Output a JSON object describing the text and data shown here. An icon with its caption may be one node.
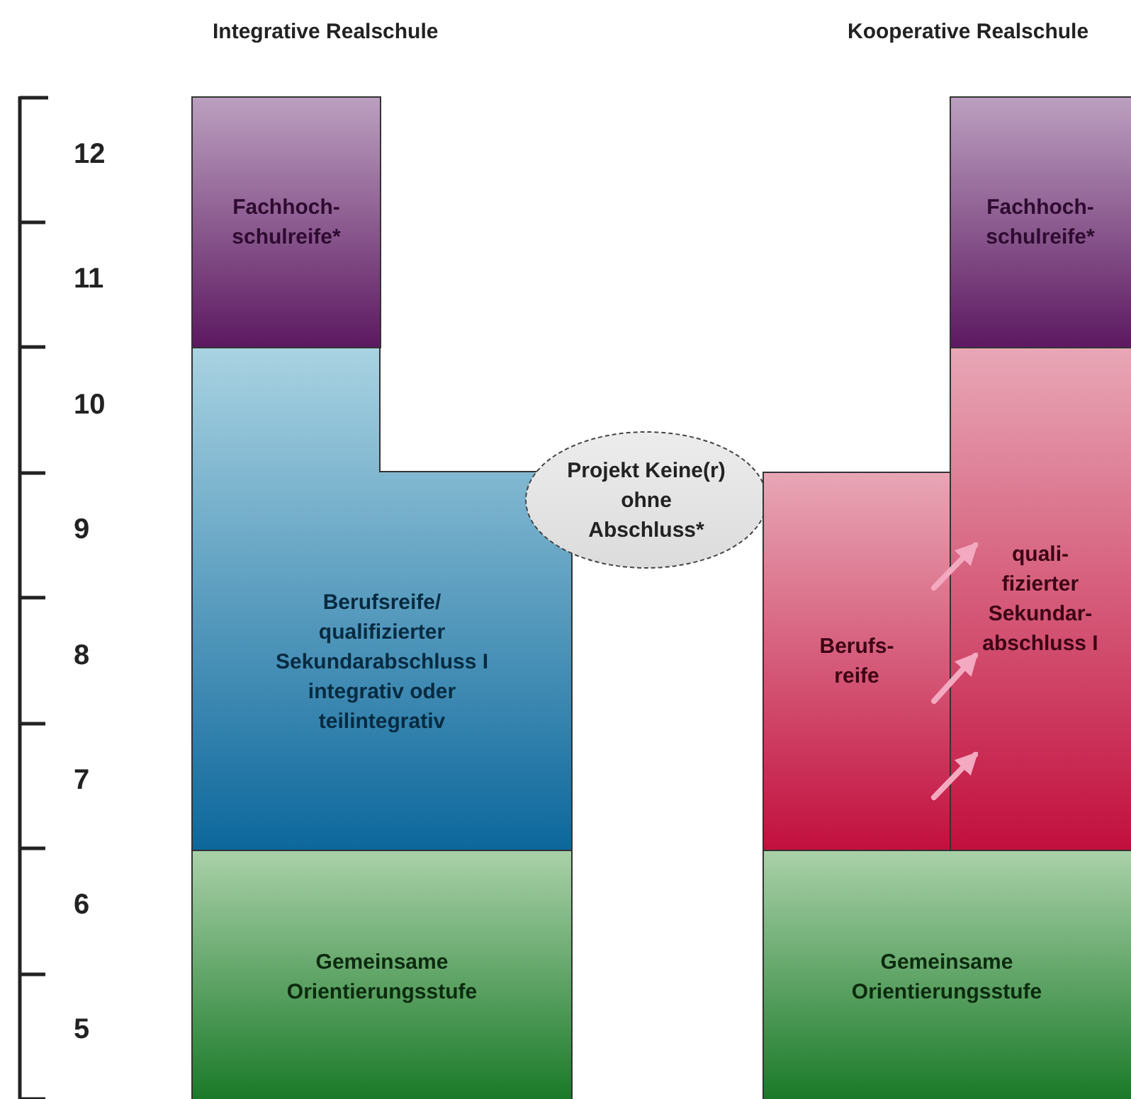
{
  "diagram": {
    "nodes": [
      {
        "text": [
          "Fachhoch- schulreife*"
        ]
      },
      {
        "text": [
          "Berufsreife/ qualifizierter Sekundarabschluss I integrativ oder teilintegrativ"
        ]
      },
      {
        "text": [
          "Gemeinsame Orientierungsstufe"
        ]
      },
      {
        "text": [
          "Projekt Keine(r) ohne Abschluss*"
        ]
      },
      {
        "text": [
          "Fachhoch- schulreife*"
        ]
      },
      {
        "text": [
          "quali- fizierter Sekundar- abschluss I"
        ]
      },
      {
        "text": [
          "Berufs- reife"
        ]
      },
      {
        "text": [
          "Gemeinsame Orientierungsstufe"
        ]
      }
    ],
    "edges": [
      {
        "from": 6,
        "to": 5,
        "arrow": "to"
      },
      {
        "from": 6,
        "to": 5,
        "arrow": "to"
      },
      {
        "from": 6,
        "to": 5,
        "arrow": "to"
      }
    ],
    "labels": [
      "Integrative Realschule",
      "Kooperative Realschule",
      "12",
      "11",
      "10",
      "9",
      "8",
      "7",
      "6",
      "5"
    ]
  }
}
